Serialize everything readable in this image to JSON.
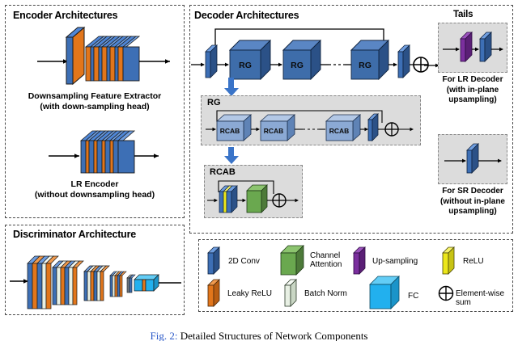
{
  "figure": {
    "caption_label": "Fig. 2:",
    "caption_text": "Detailed Structures of Network Components"
  },
  "panels": {
    "encoder": {
      "title": "Encoder Architectures",
      "items": [
        {
          "caption_line1": "Downsampling Feature Extractor",
          "caption_line2": "(with down-sampling head)"
        },
        {
          "caption_line1": "LR Encoder",
          "caption_line2": "(without downsampling head)"
        }
      ]
    },
    "discriminator": {
      "title": "Discriminator Architecture"
    },
    "decoder": {
      "title": "Decoder Architectures",
      "blocks": {
        "rg": "RG",
        "rcab": "RCAB"
      },
      "rg_group_label": "RG",
      "rcab_group_label": "RCAB",
      "stages": [
        "RG",
        "RG",
        "RG"
      ],
      "rcab_stages": [
        "RCAB",
        "RCAB",
        "RCAB"
      ]
    },
    "tails": {
      "title": "Tails",
      "items": [
        {
          "line1": "For LR Decoder",
          "line2": "(with in-plane",
          "line3": "upsampling)"
        },
        {
          "line1": "For SR Decoder",
          "line2": "(without in-plane",
          "line3": "upsampling)"
        }
      ]
    }
  },
  "legend": {
    "items": [
      {
        "name": "2D Conv",
        "glyph": "slab",
        "color": "#3d6fb5"
      },
      {
        "name": "Channel\nAttention",
        "glyph": "cube",
        "color": "#6aa84f"
      },
      {
        "name": "Up-sampling",
        "glyph": "slab",
        "color": "#7b2f9e"
      },
      {
        "name": "ReLU",
        "glyph": "slab",
        "color": "#ece71a"
      },
      {
        "name": "Leaky ReLU",
        "glyph": "slab",
        "color": "#e2761b"
      },
      {
        "name": "Batch Norm",
        "glyph": "slab",
        "color": "#e8f0e4"
      },
      {
        "name": "FC",
        "glyph": "cube",
        "color": "#22b0ee"
      },
      {
        "name": "Element-wise sum",
        "glyph": "oplus",
        "color": "#000000"
      }
    ]
  },
  "colors": {
    "conv_blue": "#3d6fb5",
    "leaky_relu_orange": "#e2761b",
    "relu_yellow": "#ece71a",
    "batchnorm": "#e8f0e4",
    "attention_green": "#6aa84f",
    "upsample_purple": "#7b2f9e",
    "fc_cyan": "#22b0ee",
    "rg_block": "#3e6daa",
    "rcab_block": "#8ba9d4",
    "panel_grey": "#dcdcdc"
  }
}
